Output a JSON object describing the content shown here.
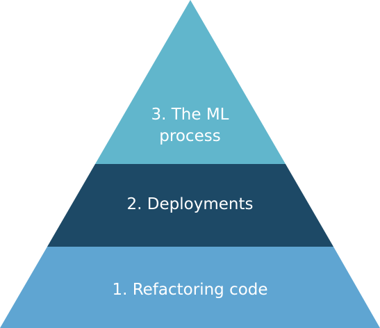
{
  "pyramid": {
    "tiers": [
      {
        "label": "1. Refactoring code",
        "color": "#5fa5d2"
      },
      {
        "label": "2. Deployments",
        "color": "#1d4966"
      },
      {
        "label_lines": [
          "3. The ML",
          "process"
        ],
        "color": "#61b6cc"
      }
    ]
  }
}
